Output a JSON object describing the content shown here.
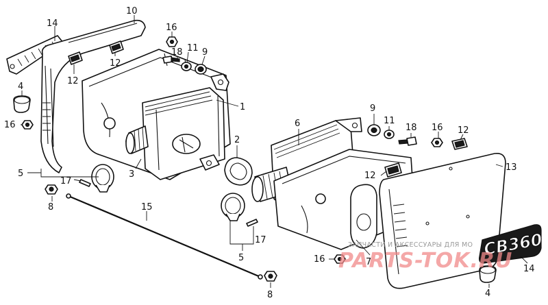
{
  "diagram": {
    "callouts": {
      "c14a": "14",
      "c10": "10",
      "c16a": "16",
      "c18a": "18",
      "c11a": "11",
      "c9a": "9",
      "c12a": "12",
      "c12b": "12",
      "c4a": "4",
      "c16b": "16",
      "c1": "1",
      "c2": "2",
      "c3": "3",
      "c5a": "5",
      "c17a": "17",
      "c8a": "8",
      "c15": "15",
      "c17b": "17",
      "c5b": "5",
      "c8b": "8",
      "c6": "6",
      "c9b": "9",
      "c11b": "11",
      "c18b": "18",
      "c16c": "16",
      "c12c": "12",
      "c13": "13",
      "c12d": "12",
      "c16d": "16",
      "c7": "7",
      "c4b": "4",
      "c14b": "14"
    },
    "emblem_text": "CB360",
    "watermark": {
      "subtitle": "ЗАПЧАСТИ И АКСЕССУАРЫ ДЛЯ МО",
      "brand": "PARTS-TOK.RU"
    }
  }
}
